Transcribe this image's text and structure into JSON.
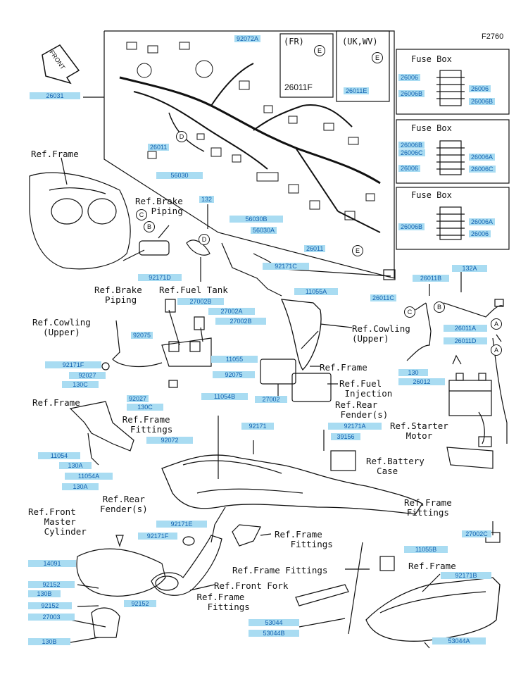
{
  "figure_code": "F2760",
  "front_label": "FRONT",
  "boxes": {
    "fr": "(FR)",
    "uk": "(UK,WV)",
    "fuse": "Fuse Box"
  },
  "letters": {
    "e": "E",
    "d": "D",
    "c": "C",
    "b": "B",
    "a": "A"
  },
  "fr_part": "26011F",
  "parts": {
    "p92072A": "92072A",
    "p26031": "26031",
    "p26011E": "26011E",
    "p26011": "26011",
    "p56030": "56030",
    "p56030B": "56030B",
    "p56030A": "56030A",
    "p26006": "26006",
    "p26006B": "26006B",
    "p26006C": "26006C",
    "p26006A": "26006A",
    "p26011C": "26011C",
    "p92171C": "92171C",
    "p132": "132",
    "p92171D": "92171D",
    "p27002B": "27002B",
    "p27002A": "27002A",
    "p11055A": "11055A",
    "p92075": "92075",
    "p11055": "11055",
    "p92171F": "92171F",
    "p92027": "92027",
    "p130C": "130C",
    "p27002": "27002",
    "p11054B": "11054B",
    "p92171": "92171",
    "p92072": "92072",
    "p11054": "11054",
    "p130A": "130A",
    "p11054A": "11054A",
    "p92171A": "92171A",
    "p39156": "39156",
    "p26011B": "26011B",
    "p132A": "132A",
    "p26011A": "26011A",
    "p26011D": "26011D",
    "p130": "130",
    "p26012": "26012",
    "p92171E": "92171E",
    "p27002C": "27002C",
    "p11055B": "11055B",
    "p14091": "14091",
    "p92152": "92152",
    "p130B": "130B",
    "p27003": "27003",
    "p92171B": "92171B",
    "p53044": "53044",
    "p53044B": "53044B",
    "p53044A": "53044A"
  },
  "refs": {
    "frame": "Ref.Frame",
    "brake_piping": "Ref.Brake\n   Piping",
    "brake_piping2": "Ref.Brake\n  Piping",
    "fuel_tank": "Ref.Fuel Tank",
    "cowling": "Ref.Cowling\n  (Upper)",
    "cowling2": "Ref.Cowling\n(Upper)",
    "fuel_inj": "Ref.Fuel\n Injection",
    "rear_fender": "Ref.Rear\n Fender(s)",
    "frame_fittings": "Ref.Frame\nFittings",
    "starter": "Ref.Starter\n   Motor",
    "battery": "Ref.Battery\n  Case",
    "rear_fender2": "Ref.Rear\nFender(s)",
    "front_master": "Ref.Front\n   Master\n   Cylinder",
    "front_fork": "Ref.Front Fork",
    "frame_fittings_long": "Ref.Frame Fittings",
    "frame_fittings_r": "Ref.Frame\n  Fittings",
    "frame_fittings_m": "Ref.Frame\n   Fittings",
    "frame_fittings_b": "Ref.Frame\nFittings"
  }
}
